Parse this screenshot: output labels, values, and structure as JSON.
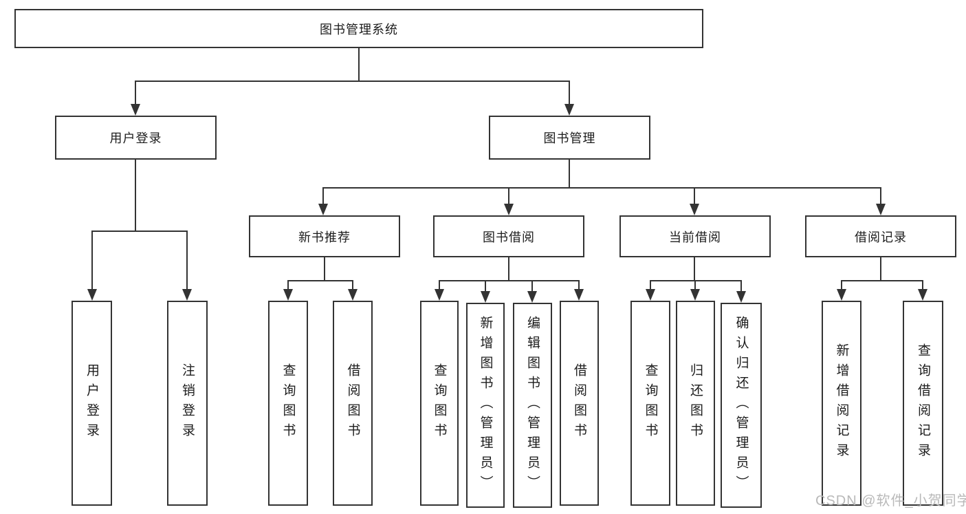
{
  "tree": {
    "root": {
      "label": "图书管理系统"
    },
    "branches": [
      {
        "label": "用户登录",
        "children": [
          "用户登录",
          "注销登录"
        ]
      },
      {
        "label": "图书管理",
        "children": [
          {
            "label": "新书推荐",
            "children": [
              "查询图书",
              "借阅图书"
            ]
          },
          {
            "label": "图书借阅",
            "children": [
              "查询图书",
              "新增图书（管理员）",
              "编辑图书（管理员）",
              "借阅图书"
            ]
          },
          {
            "label": "当前借阅",
            "children": [
              "查询图书",
              "归还图书",
              "确认归还（管理员）"
            ]
          },
          {
            "label": "借阅记录",
            "children": [
              "新增借阅记录",
              "查询借阅记录"
            ]
          }
        ]
      }
    ]
  },
  "watermark": {
    "text": "CSDN @软件_小贺同学"
  },
  "colors": {
    "line": "#333333",
    "box_border": "#333333",
    "text": "#1c1c1c",
    "watermark": "#b9b9b9",
    "background": "#ffffff"
  }
}
